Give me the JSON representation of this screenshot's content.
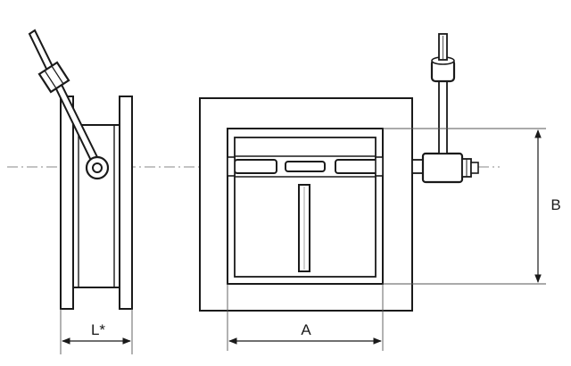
{
  "labels": {
    "width": "A",
    "height": "B",
    "length": "L*"
  },
  "colors": {
    "line": "#1a1a1a",
    "thin": "#555555",
    "centerline": "#8a8a8a",
    "fill": "#ffffff",
    "shadow": "#d0d0d0"
  }
}
